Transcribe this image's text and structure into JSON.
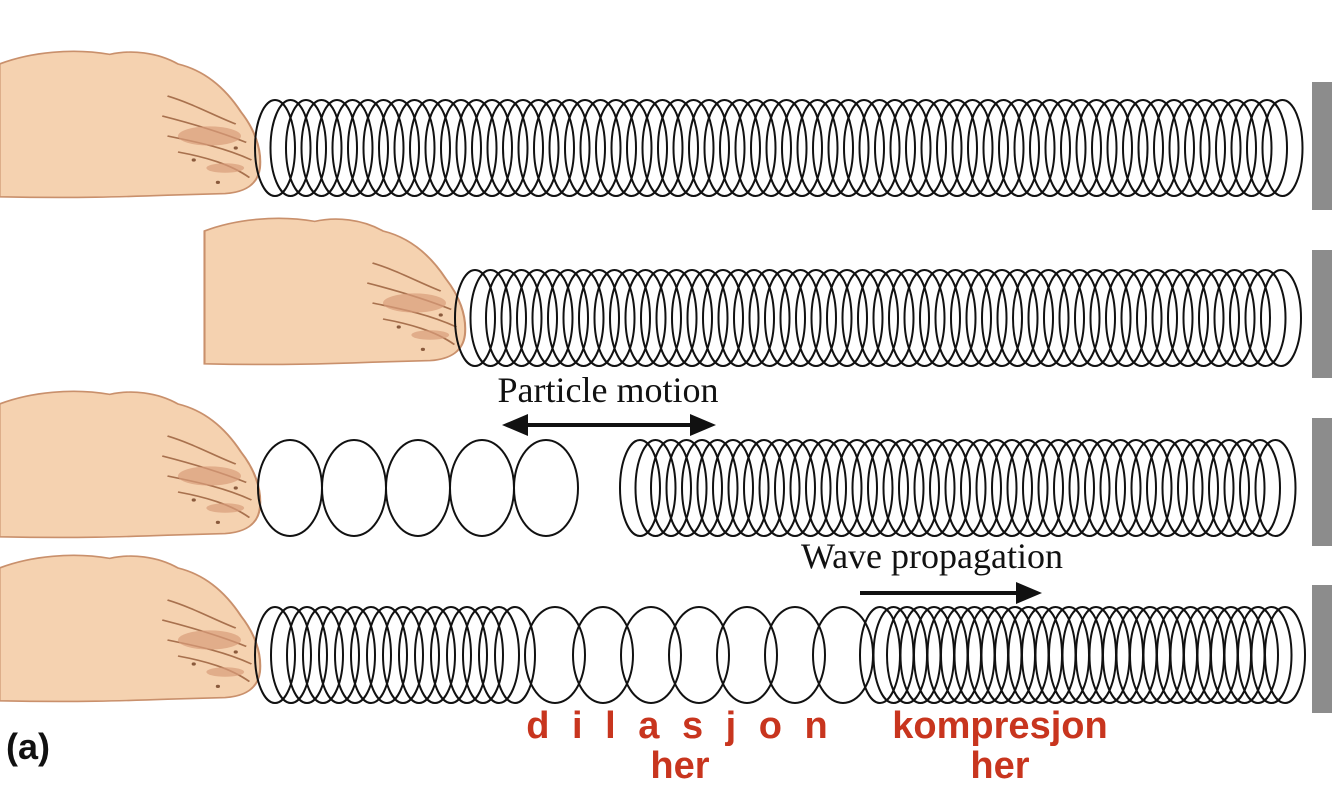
{
  "header": {
    "title": ""
  },
  "labels": {
    "particle_motion": "Particle motion",
    "wave_propagation": "Wave propagation",
    "panel_letter": "(a)",
    "dilation_word": "d i l a s j o n",
    "dilation_her": "her",
    "compression_word": "kompresjon",
    "compression_her": "her"
  },
  "colors": {
    "annotation_red": "#c8351e",
    "skin": "#f5d2b0",
    "skin_shadow": "#c9906c",
    "wall": "#8c8c8c",
    "ink": "#111111"
  },
  "icons": {
    "hand": "hand-icon",
    "wall": "wall-block",
    "arrow_double": "double-arrow-icon",
    "arrow_right": "right-arrow-icon"
  }
}
